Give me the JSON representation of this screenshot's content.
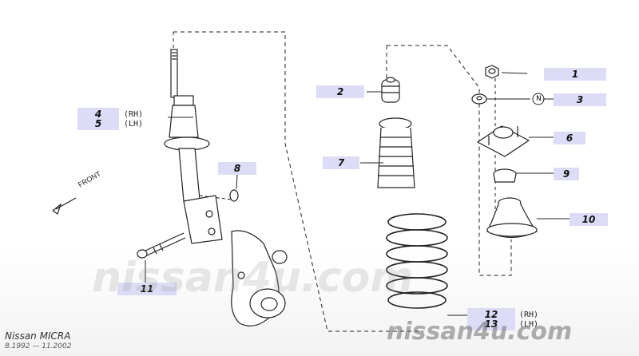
{
  "parts": [
    {
      "id": "part-1",
      "number": "1"
    },
    {
      "id": "part-2",
      "number": "2"
    },
    {
      "id": "part-3",
      "number": "3"
    },
    {
      "id": "part-4",
      "number": "4",
      "second_number": "5",
      "note_rh": "(RH)",
      "note_lh": "(LH)"
    },
    {
      "id": "part-6",
      "number": "6"
    },
    {
      "id": "part-7",
      "number": "7"
    },
    {
      "id": "part-8",
      "number": "8"
    },
    {
      "id": "part-9",
      "number": "9"
    },
    {
      "id": "part-10",
      "number": "10"
    },
    {
      "id": "part-11",
      "number": "11"
    },
    {
      "id": "part-12",
      "number": "12",
      "second_number": "13",
      "note_rh": "(RH)",
      "note_lh": "(LH)"
    }
  ],
  "direction_label": "FRONT",
  "nut_marker": "N",
  "brand": {
    "model": "Nissan MICRA",
    "years": "8.1992 — 11.2002"
  },
  "watermark": "nissan4u.com",
  "colors": {
    "callout_bg": "#dcdcf6",
    "ink": "#222222"
  }
}
